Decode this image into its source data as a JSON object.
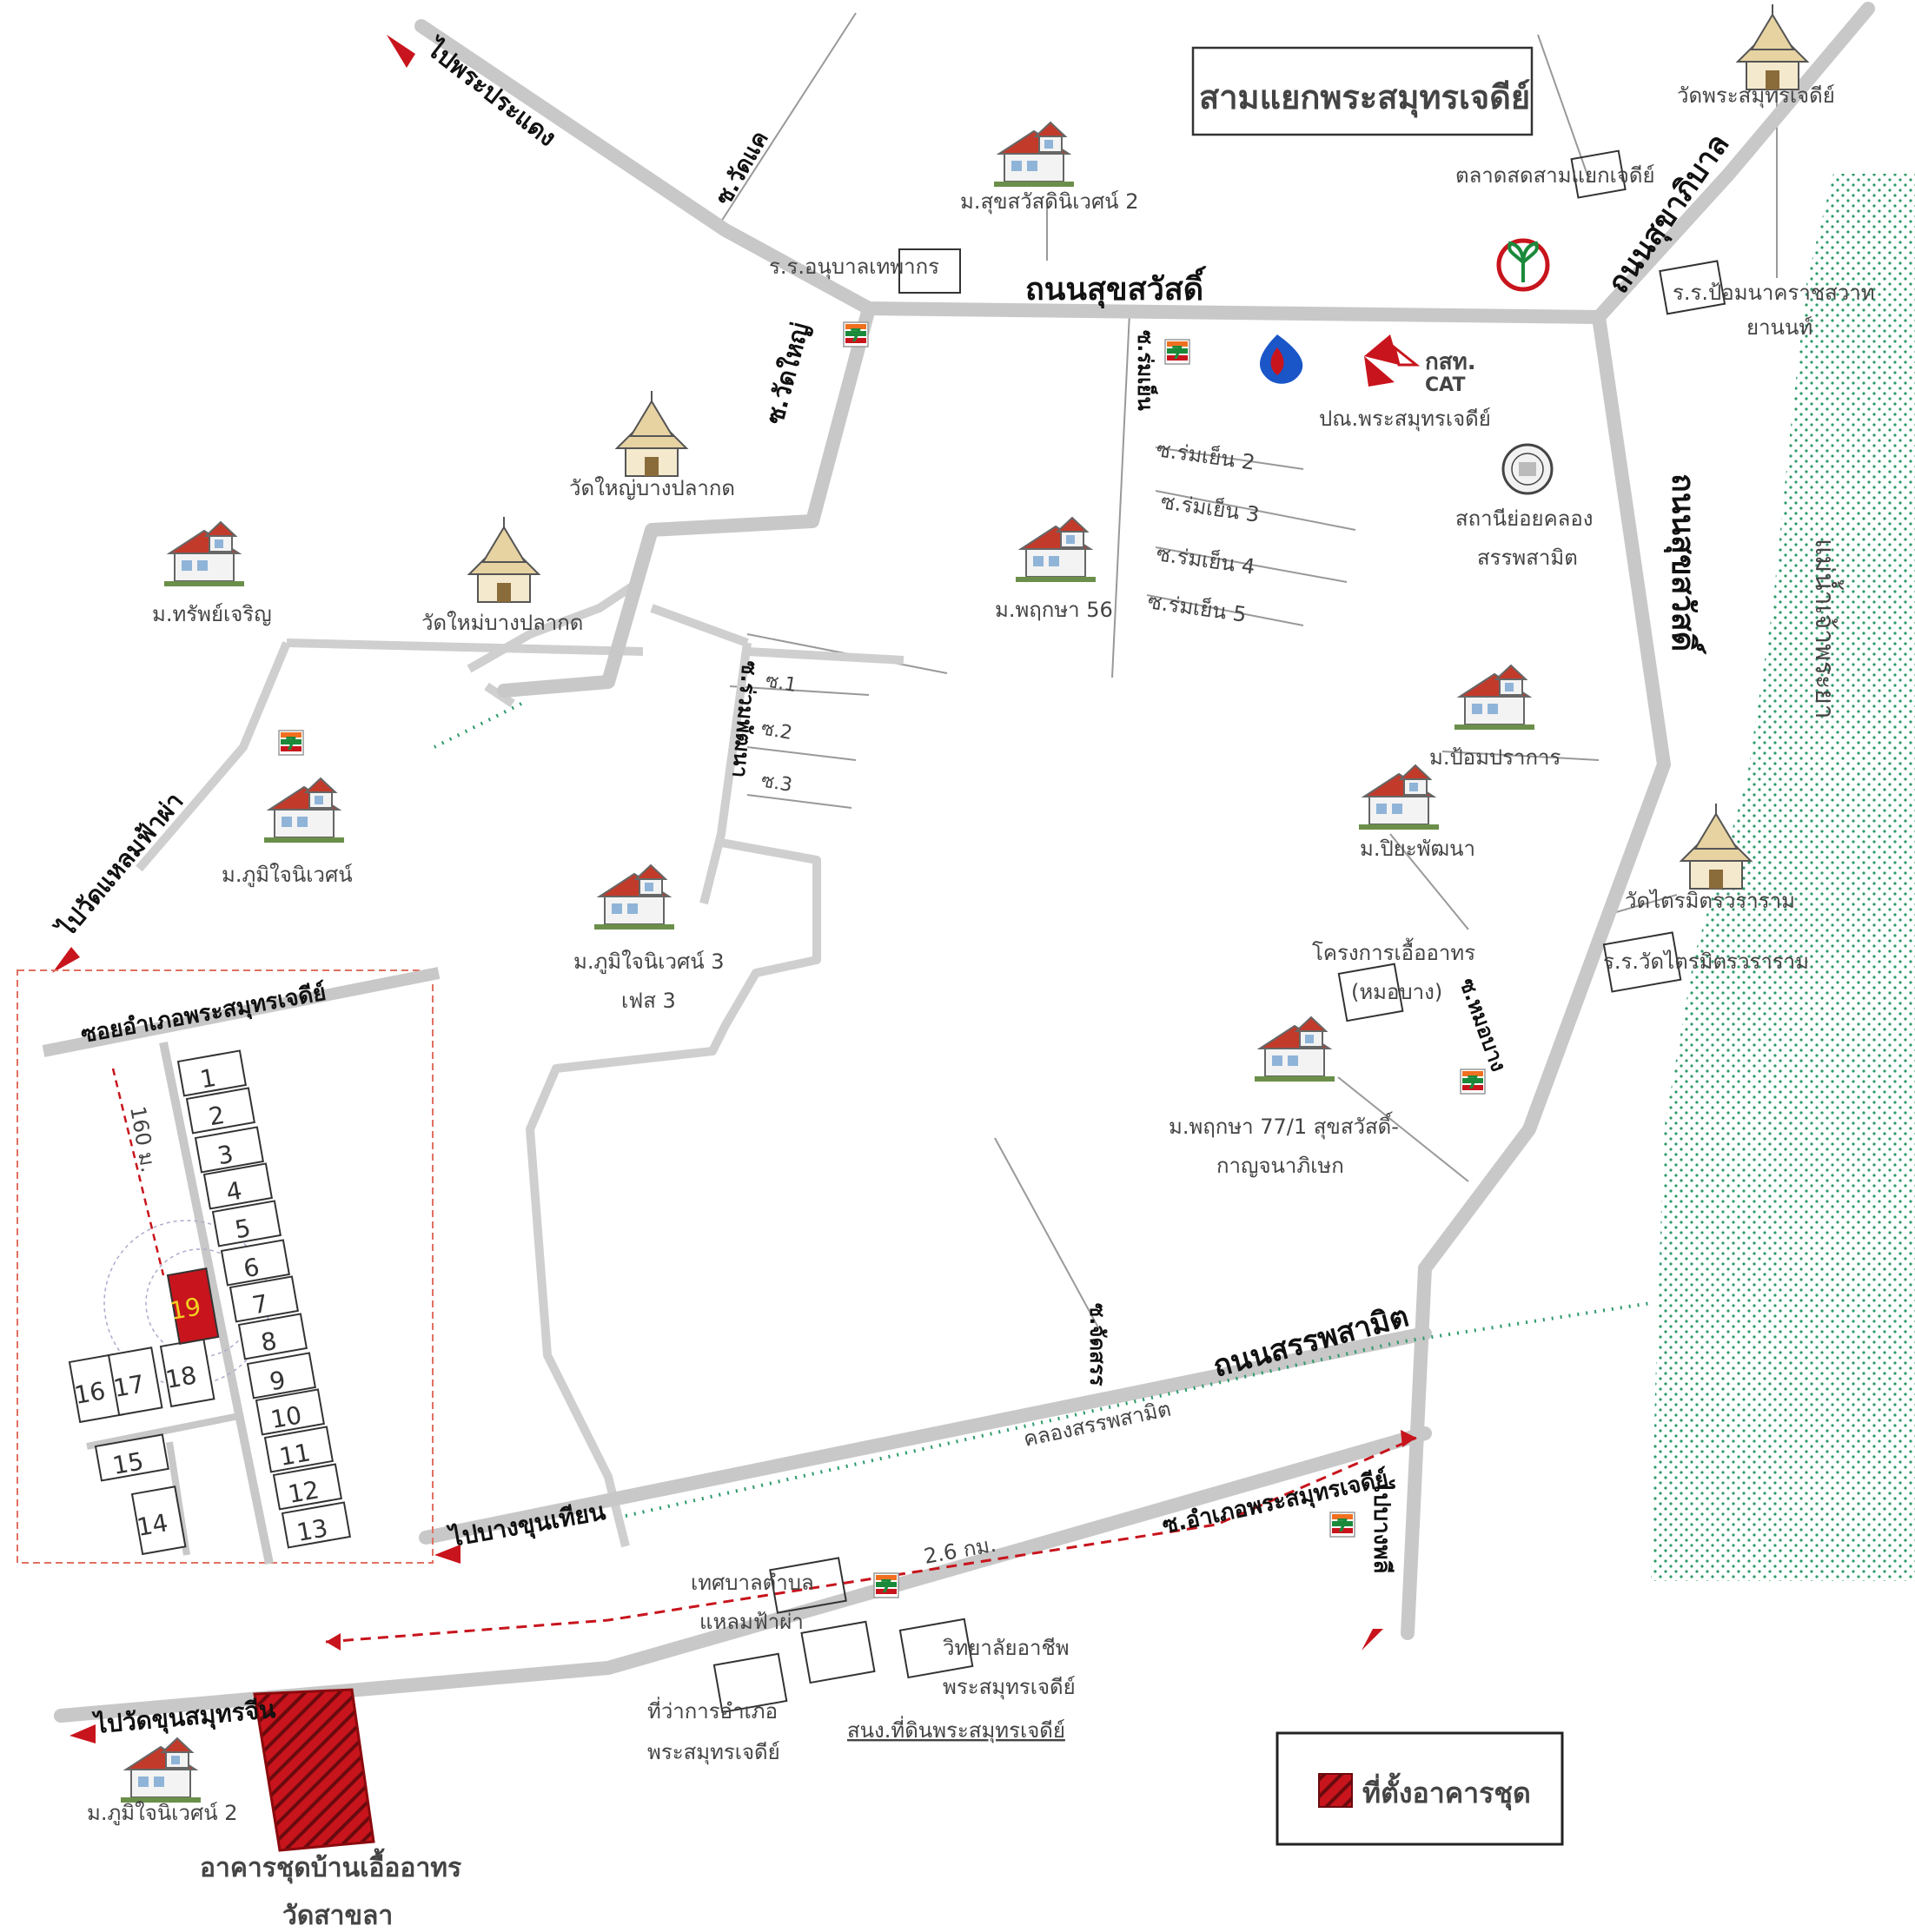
{
  "title": "สามแยกพระสมุทรเจดีย์",
  "roads": {
    "sukhsawat": "ถนนสุขสวัสดิ์",
    "sukhaphiban": "ถนนสุขาภิบาล",
    "sukhsawat_vertical": "ถนนสุขสวัสดิ์",
    "sapphasamit": "ถนนสรรพสามิต",
    "to_pradaeng": "ไปพระประแดง",
    "to_wat_laem_fa_pha": "ไปวัดแหลมฟ้าผ่า",
    "to_bang_khun_thian": "ไปบางขุนเทียน",
    "to_wat_khun_samut": "ไปวัดขุนสมุทรจีน",
    "to_bang_phli": "ไปบางพลี",
    "soi_wat_dae": "ซ.วัดแค",
    "soi_wat_yai": "ซ.วัดใหญ่",
    "soi_rom_yen": "ซ.ร่มเย็น",
    "soi_rom_yen_2": "ซ.ร่มเย็น 2",
    "soi_rom_yen_3": "ซ.ร่มเย็น 3",
    "soi_rom_yen_4": "ซ.ร่มเย็น 4",
    "soi_rom_yen_5": "ซ.ร่มเย็น 5",
    "soi_ruam_phatthana": "ซ.ร่วมพัฒนา",
    "soi_1": "ซ.1",
    "soi_2": "ซ.2",
    "soi_3": "ซ.3",
    "soi_mo_bang": "ซ.หมอบาง",
    "soi_chat_san": "ซ.จัดสรร",
    "soi_amphoe": "ซ.อำเภอพระสมุทรเจดีย์",
    "soi_amphoe_inset": "ซอยอำเภอพระสมุทรเจดีย์",
    "khlong_sapphasamit": "คลองสรรพสามิต",
    "river": "แม่น้ำเจ้าพระยา"
  },
  "places": {
    "wat_phra_samut": "วัดพระสมุทรเจดีย์",
    "market": "ตลาดสดสามแยกเจดีย์",
    "school_pom_nak": "ร.ร.ป้อมนาคราชสวาท",
    "school_pom_nak_2": "ยานนท์",
    "moo_suksawat_2": "ม.สุขสวัสดินิเวศน์ 2",
    "school_anuban": "ร.ร.อนุบาลเทพากร",
    "post_office": "ปณ.พระสมุทรเจดีย์",
    "cat_brand": "กสท.",
    "cat_sub": "CAT",
    "substation_1": "สถานีย่อยคลอง",
    "substation_2": "สรรพสามิต",
    "wat_yai": "วัดใหญ่บางปลากด",
    "moo_sap_charoen": "ม.ทรัพย์เจริญ",
    "wat_mai": "วัดใหม่บางปลากด",
    "moo_phruksa_56": "ม.พฤกษา 56",
    "moo_phumjai": "ม.ภูมิใจนิเวศน์",
    "moo_pom_prakan": "ม.ป้อมปราการ",
    "moo_piya": "ม.ปิยะพัฒนา",
    "wat_trai": "วัดไตรมิตรวราราม",
    "school_trai": "ร.ร.วัดไตรมิตรวราราม",
    "moo_phumjai_3": "ม.ภูมิใจนิเวศน์ 3",
    "moo_phumjai_3_phase": "เฟส 3",
    "project_1": "โครงการเอื้ออาทร",
    "project_2": "(หมอบาง)",
    "moo_phruksa_77_1": "ม.พฤกษา 77/1 สุขสวัสดิ์-",
    "moo_phruksa_77_2": "กาญจนาภิเษก",
    "thesaban_1": "เทศบาลตำบล",
    "thesaban_2": "แหลมฟ้าผ่า",
    "college_1": "วิทยาลัยอาชีพ",
    "college_2": "พระสมุทรเจดีย์",
    "district_office_1": "ที่ว่าการอำเภอ",
    "district_office_2": "พระสมุทรเจดีย์",
    "land_office": "สนง.ที่ดินพระสมุทรเจดีย์",
    "moo_phumjai_2": "ม.ภูมิใจนิเวศน์ 2",
    "project_title_1": "อาคารชุดบ้านเอื้ออาทร",
    "project_title_2": "วัดสาขลา",
    "seven_eleven": "7"
  },
  "distances": {
    "main": "2.6 กม.",
    "inset": "160 ม."
  },
  "inset_blocks": [
    "1",
    "2",
    "3",
    "4",
    "5",
    "6",
    "7",
    "8",
    "9",
    "10",
    "11",
    "12",
    "13",
    "14",
    "15",
    "16",
    "17",
    "18",
    "19"
  ],
  "highlight_block": "19",
  "legend": {
    "label": "ที่ตั้งอาคารชุด"
  },
  "colors": {
    "road": "#cfcfcf",
    "accent_red": "#c8141c",
    "river_dots": "#2e9a6a",
    "seven_green": "#1a8a3a",
    "seven_orange": "#f07020",
    "ptt_blue": "#1a56c8"
  }
}
